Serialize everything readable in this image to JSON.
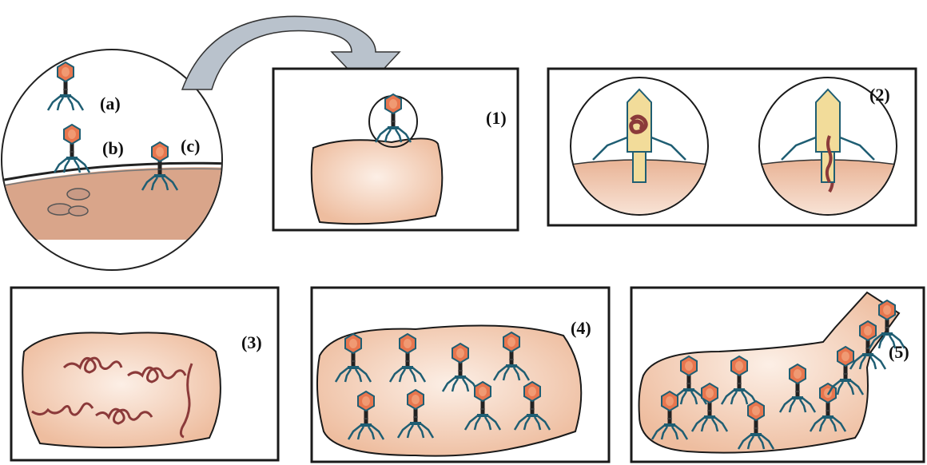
{
  "labels": {
    "a": "(a)",
    "b": "(b)",
    "c": "(c)",
    "step1": "(1)",
    "step2": "(2)",
    "step3": "(3)",
    "step4": "(4)",
    "step5": "(5)"
  },
  "colors": {
    "cell_fill": "#f0c4ac",
    "cell_center": "#fbe9de",
    "phage_head": "#e8764e",
    "phage_outline": "#1f5e73",
    "phage_legs": "#1f5e73",
    "dna": "#8b3a3a",
    "tail_fill": "#f2dc9a",
    "arrow_fill": "#b9c2cc",
    "frame": "#1a1a1a"
  }
}
